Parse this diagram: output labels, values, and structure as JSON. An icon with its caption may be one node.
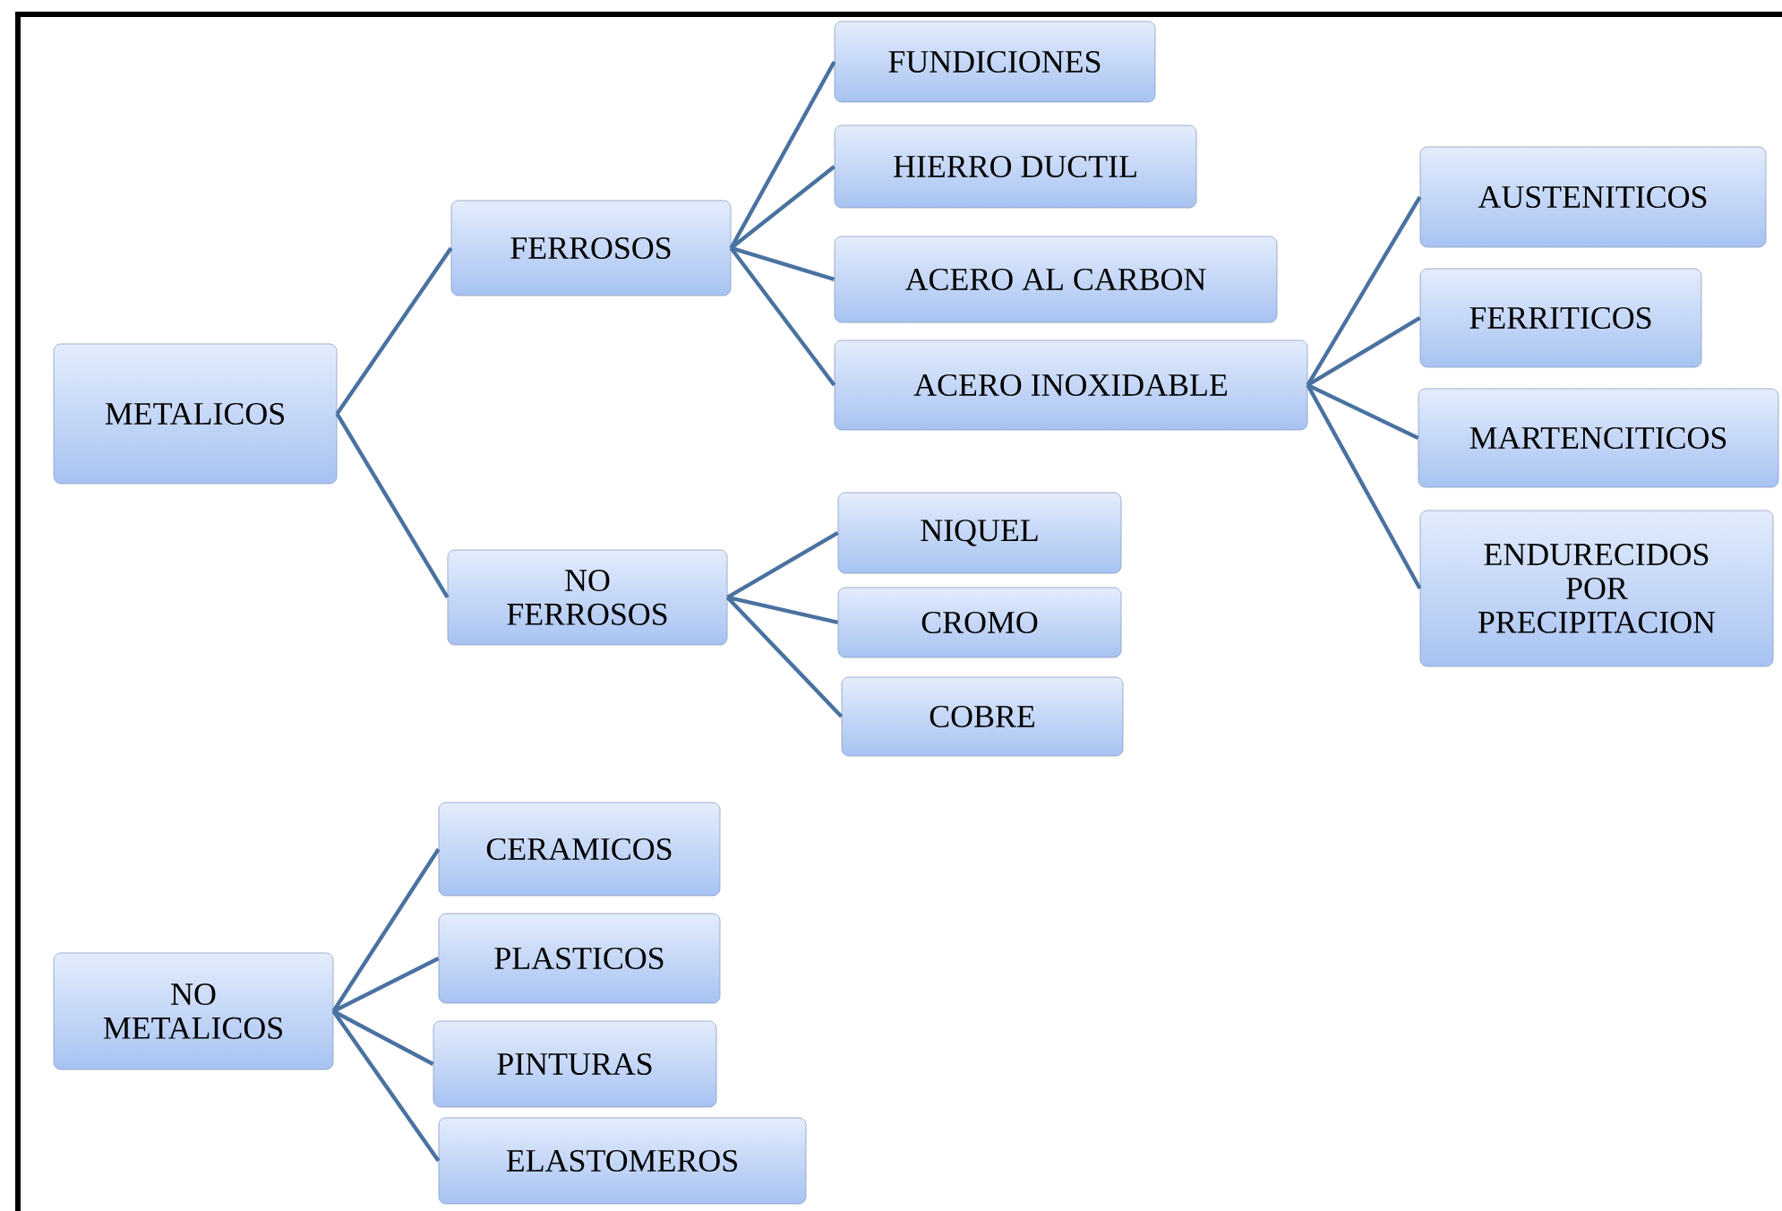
{
  "diagram": {
    "nodes": [
      {
        "text": [
          "METALICOS"
        ]
      },
      {
        "text": [
          "FERROSOS"
        ]
      },
      {
        "text": [
          "NO FERROSOS"
        ]
      },
      {
        "text": [
          "FUNDICIONES"
        ]
      },
      {
        "text": [
          "HIERRO DUCTIL"
        ]
      },
      {
        "text": [
          "ACERO AL CARBON"
        ]
      },
      {
        "text": [
          "ACERO INOXIDABLE"
        ]
      },
      {
        "text": [
          "AUSTENITICOS"
        ]
      },
      {
        "text": [
          "FERRITICOS"
        ]
      },
      {
        "text": [
          "MARTENCITICOS"
        ]
      },
      {
        "text": [
          "ENDURECIDOS POR PRECIPITACION"
        ]
      },
      {
        "text": [
          "NIQUEL"
        ]
      },
      {
        "text": [
          "CROMO"
        ]
      },
      {
        "text": [
          "COBRE"
        ]
      },
      {
        "text": [
          "NO METALICOS"
        ]
      },
      {
        "text": [
          "CERAMICOS"
        ]
      },
      {
        "text": [
          "PLASTICOS"
        ]
      },
      {
        "text": [
          "PINTURAS"
        ]
      },
      {
        "text": [
          "ELASTOMEROS"
        ]
      }
    ],
    "edges": [
      {
        "from": 0,
        "to": 1,
        "arrow": "none"
      },
      {
        "from": 0,
        "to": 2,
        "arrow": "none"
      },
      {
        "from": 1,
        "to": 3,
        "arrow": "none"
      },
      {
        "from": 1,
        "to": 4,
        "arrow": "none"
      },
      {
        "from": 1,
        "to": 5,
        "arrow": "none"
      },
      {
        "from": 1,
        "to": 6,
        "arrow": "none"
      },
      {
        "from": 6,
        "to": 7,
        "arrow": "none"
      },
      {
        "from": 6,
        "to": 8,
        "arrow": "none"
      },
      {
        "from": 6,
        "to": 9,
        "arrow": "none"
      },
      {
        "from": 6,
        "to": 10,
        "arrow": "none"
      },
      {
        "from": 2,
        "to": 11,
        "arrow": "none"
      },
      {
        "from": 2,
        "to": 12,
        "arrow": "none"
      },
      {
        "from": 2,
        "to": 13,
        "arrow": "none"
      },
      {
        "from": 14,
        "to": 15,
        "arrow": "none"
      },
      {
        "from": 14,
        "to": 16,
        "arrow": "none"
      },
      {
        "from": 14,
        "to": 17,
        "arrow": "none"
      },
      {
        "from": 14,
        "to": 18,
        "arrow": "none"
      }
    ]
  }
}
